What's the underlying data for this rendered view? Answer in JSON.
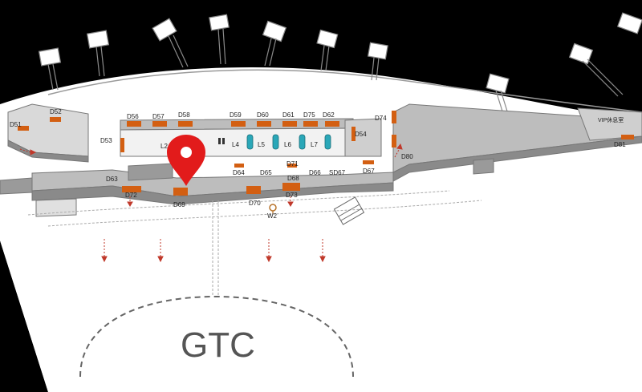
{
  "colors": {
    "background": "#000000",
    "ground": "#ffffff",
    "building_top": "#bdbdbd",
    "building_side": "#8a8a8a",
    "gate_marker": "#d35f12",
    "pin": "#e21b1b",
    "arrow": "#c0392b",
    "lounge_pod": "#2aa7b8"
  },
  "icons": [
    "location-pin-icon",
    "direction-arrow-icon",
    "escalator-icon",
    "restroom-icon"
  ],
  "gtc_label": "GTC",
  "vip_label": "VIP休息室",
  "lounges": {
    "l2": "L2",
    "l4": "L4",
    "l5": "L5",
    "l6": "L6",
    "l7": "L7"
  },
  "w2_label": "W2",
  "gates": {
    "d51": "D51",
    "d52": "D52",
    "d53": "D53",
    "d54": "D54",
    "d56": "D56",
    "d57": "D57",
    "d58": "D58",
    "d59": "D59",
    "d60": "D60",
    "d61": "D61",
    "d62": "D62",
    "d63": "D63",
    "d64": "D64",
    "d65": "D65",
    "d66": "D66",
    "sd67": "SD67",
    "d67": "D67",
    "d68": "D68",
    "d69": "D69",
    "d70": "D70",
    "d71": "D71",
    "d72": "D72",
    "d73": "D73",
    "d74": "D74",
    "d75": "D75",
    "d80": "D80",
    "d81": "D81"
  }
}
